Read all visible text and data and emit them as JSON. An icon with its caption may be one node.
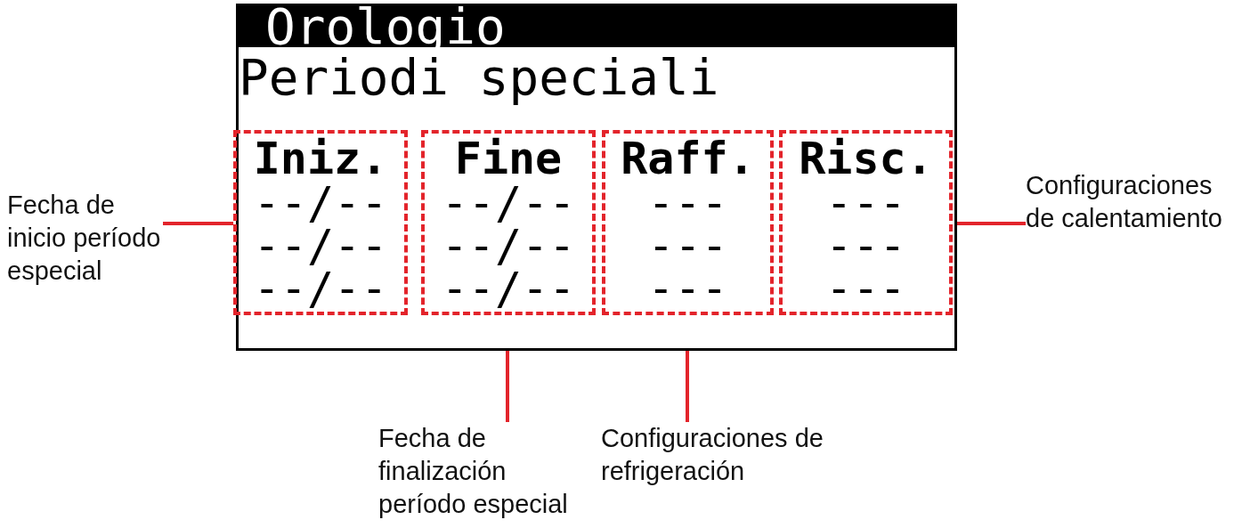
{
  "diagram": {
    "nodes": [
      {
        "text": [
          "Orologio",
          "Periodi speciali"
        ]
      },
      {
        "text": [
          "Iniz.",
          "--/--",
          "--/--",
          "--/--"
        ],
        "in": 0
      },
      {
        "text": [
          "Fine",
          "--/--",
          "--/--",
          "--/--"
        ],
        "in": 0
      },
      {
        "text": [
          "Raff.",
          "---",
          "---",
          "---"
        ],
        "in": 0
      },
      {
        "text": [
          "Risc.",
          "---",
          "---",
          "---"
        ],
        "in": 0
      },
      {
        "text": [
          "Fecha de inicio período especial"
        ]
      },
      {
        "text": [
          "Fecha de finalización período especial"
        ]
      },
      {
        "text": [
          "Configuraciones de refrigeración"
        ]
      },
      {
        "text": [
          "Configuraciones de calentamiento"
        ]
      }
    ],
    "edges": [
      {
        "from": 5,
        "to": 1,
        "arrow": "none"
      },
      {
        "from": 6,
        "to": 2,
        "arrow": "none"
      },
      {
        "from": 7,
        "to": 3,
        "arrow": "none"
      },
      {
        "from": 8,
        "to": 4,
        "arrow": "none"
      }
    ]
  }
}
